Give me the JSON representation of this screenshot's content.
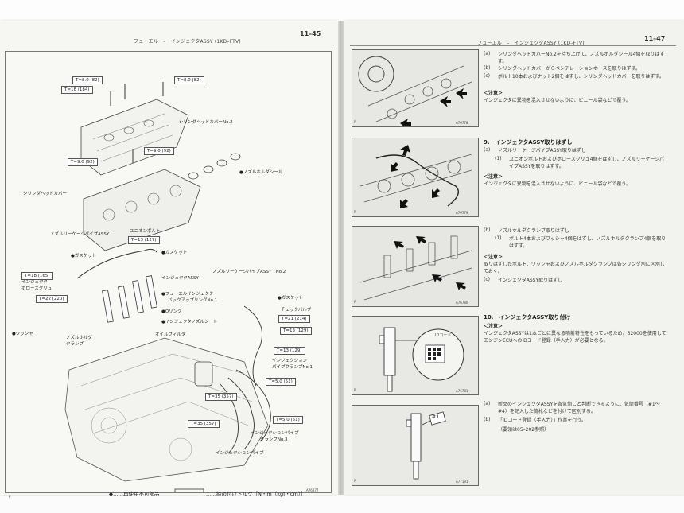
{
  "left": {
    "page_number": "11–45",
    "header": "フューエル　–　インジェクタASSY (1KD–FTV)",
    "torques": [
      "T=8.0 (82)",
      "T=8.0 (82)",
      "T=18 (184)",
      "T=9.0 (92)",
      "T=9.0 (92)",
      "T=13 (127)",
      "T=18 (165)",
      "T=22 (220)",
      "T=21 (214)",
      "T=13 (129)",
      "T=13 (129)",
      "T=5.0 (51)",
      "T=35 (357)",
      "T=5.0 (51)",
      "T=35 (357)"
    ],
    "labels": {
      "head_cover_no2": "シリンダヘッドカバーNo.2",
      "nozzle_seal": "●ノズルホルダシール",
      "head_cover": "シリンダヘッドカバー",
      "union_bolt": "ユニオンボルト",
      "gasket1": "●ガスケット",
      "gasket2": "●ガスケット",
      "leakage_pipe": "ノズルリーケージパイプASSY",
      "injector_assy": "インジェクタASSY",
      "hollow_screw_1": "インジェクタ",
      "hollow_screw_2": "ホロースクリュ",
      "fuel_injector_1": "●フューエルインジェクタ",
      "fuel_injector_2": "バックアップリングNo.1",
      "oring": "●Oリング",
      "nozzle_seat": "●インジェクタノズルシート",
      "leakage_pipe_no2": "ノズルリーケージパイプASSY　No.2",
      "gasket3": "●ガスケット",
      "check_valve": "チェックバルブ",
      "washer": "●ワッシャ",
      "clamp_1": "ノズルホルダ",
      "clamp_2": "クランプ",
      "oil_filter": "オイルフィルタ",
      "pipe_clamp_1": "インジェクション",
      "pipe_clamp_2": "パイプクランプNo.1",
      "inj_pipe_no3_1": "インジェクションパイプ",
      "inj_pipe_no3_2": "クランプNo.3",
      "inj_pipe": "インジェクションパイプ"
    },
    "legend_part": "◆……再使用不可部品",
    "legend_torque": "……締め付けトルク［N・m（kgf・cm）］",
    "fig_code": "A76877",
    "p_mark": "P"
  },
  "right": {
    "page_number": "11–47",
    "header": "フューエル　–　インジェクタASSY (1KD–FTV)",
    "block1": {
      "items": [
        {
          "mark": "(a)",
          "text": "シリンダヘッドカバーNo.2を持ち上げて、ノズルホルダシール4個を取りはずす。"
        },
        {
          "mark": "(b)",
          "text": "シリンダヘッドカバーからベンチレーションホースを取りはずす。"
        },
        {
          "mark": "(c)",
          "text": "ボルト10本およびナット2個をはずし、シリンダヘッドカバーを取りはずす。"
        }
      ],
      "note_title": "＜注意＞",
      "note": "インジェクタに異物を混入させないように、ビニール袋などで覆う。",
      "code": "A76778"
    },
    "block2": {
      "title": "9.　インジェクタASSY取りはずし",
      "items": [
        {
          "mark": "(a)",
          "text": "ノズルリーケージパイプASSY取りはずし"
        },
        {
          "mark": "(1)",
          "text": "ユニオンボルトおよびホロースクリュ4個をはずし、ノズルリーケージパイプASSYを取りはずす。"
        }
      ],
      "note_title": "＜注意＞",
      "note": "インジェクタに異物を混入させないように、ビニール袋などで覆う。",
      "code": "A76779"
    },
    "block3": {
      "items": [
        {
          "mark": "(b)",
          "text": "ノズルホルダクランプ取りはずし"
        },
        {
          "mark": "(1)",
          "text": "ボルト4本およびワッシャ4個をはずし、ノズルホルダクランプ4個を取りはずす。"
        }
      ],
      "note_title": "＜注意＞",
      "note": "取りはずしたボルト、ワッシャおよびノズルホルダクランプは各シリンダ別に区別しておく。",
      "item_c": {
        "mark": "(c)",
        "text": "インジェクタASSY取りはずし"
      },
      "code": "A76780"
    },
    "block4": {
      "title": "10.　インジェクタASSY取り付け",
      "note_title": "＜注意＞",
      "note": "インジェクタASSYは1本ごとに異なる噴射特性をもっているため、32000を使用してエンジンECUへのIDコード登録（手入力）が必要となる。",
      "id_label": "IDコード",
      "code": "A76781"
    },
    "block5": {
      "items": [
        {
          "mark": "(a)",
          "text": "新品のインジェクタASSYを各気筒ごと判断できるように、気筒番号（#1〜#4）を記入した荷札などを付けて区別する。"
        },
        {
          "mark": "(b)",
          "text": "「IDコード登録（手入力）」作業を行う。"
        },
        {
          "mark": "",
          "text": "（要領は05–202参照）"
        }
      ],
      "tag": "#1",
      "code": "A77191"
    },
    "p_mark": "P"
  }
}
